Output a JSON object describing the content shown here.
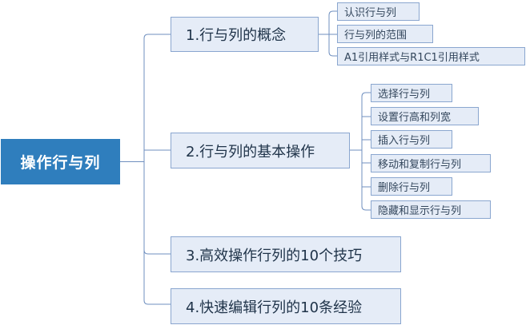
{
  "root": {
    "label": "操作行与列"
  },
  "branches": [
    {
      "label": "1.行与列的概念",
      "children": [
        "认识行与列",
        "行与列的范围",
        "A1引用样式与R1C1引用样式"
      ]
    },
    {
      "label": "2.行与列的基本操作",
      "children": [
        "选择行与列",
        "设置行高和列宽",
        "插入行与列",
        "移动和复制行与列",
        "删除行与列",
        "隐藏和显示行与列"
      ]
    },
    {
      "label": "3.高效操作行列的10个技巧",
      "children": []
    },
    {
      "label": "4.快速编辑行列的10条经验",
      "children": []
    }
  ],
  "colors": {
    "root_fill": "#2f7ebd",
    "node_fill": "#e5ecf7",
    "node_border": "#8aa6cf",
    "connector": "#6f8fbf"
  }
}
